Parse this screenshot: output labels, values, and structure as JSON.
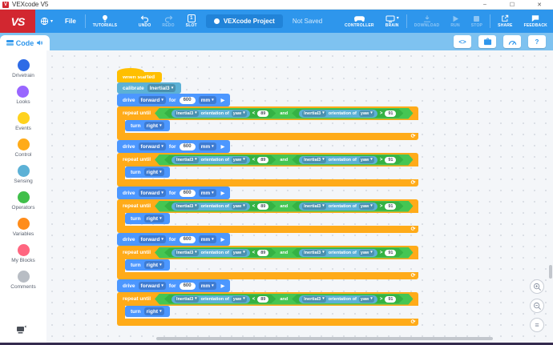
{
  "window": {
    "title": "VEXcode V5"
  },
  "toolbar": {
    "logo": "VS",
    "file_label": "File",
    "tutorials_label": "TUTORIALS",
    "undo_label": "UNDO",
    "redo_label": "REDO",
    "slot_label": "SLOT",
    "slot_number": "1",
    "project_name": "VEXcode Project",
    "save_status": "Not Saved",
    "controller_label": "CONTROLLER",
    "brain_label": "BRAIN",
    "download_label": "DOWNLOAD",
    "run_label": "RUN",
    "stop_label": "STOP",
    "share_label": "SHARE",
    "feedback_label": "FEEDBACK"
  },
  "tabs": {
    "code_label": "Code"
  },
  "sidebar": {
    "items": [
      {
        "label": "Drivetrain",
        "color": "#2e6be6"
      },
      {
        "label": "Looks",
        "color": "#9966ff"
      },
      {
        "label": "Events",
        "color": "#ffd21e"
      },
      {
        "label": "Control",
        "color": "#ffab19"
      },
      {
        "label": "Sensing",
        "color": "#5cb1d6"
      },
      {
        "label": "Operators",
        "color": "#40bf4a"
      },
      {
        "label": "Variables",
        "color": "#ff8c1a"
      },
      {
        "label": "My Blocks",
        "color": "#ff6680"
      },
      {
        "label": "Comments",
        "color": "#b8bdc4"
      }
    ]
  },
  "program": {
    "group_count": 5,
    "hat_label": "when started",
    "calibrate": {
      "label": "calibrate",
      "device": "Inertial3"
    },
    "drive": {
      "verb": "drive",
      "direction": "forward",
      "for_label": "for",
      "distance": "600",
      "unit": "mm"
    },
    "repeat": {
      "label": "repeat until",
      "and_label": "and",
      "left": {
        "sensor": "Inertial3",
        "of_label": "orientation of",
        "axis": "yaw",
        "op": "<",
        "value": "89"
      },
      "right": {
        "sensor": "Inertial3",
        "of_label": "orientation of",
        "axis": "yaw",
        "op": ">",
        "value": "91"
      }
    },
    "turn": {
      "verb": "turn",
      "direction": "right"
    }
  },
  "icons": {
    "caret": "▾",
    "play_arrow": "▶",
    "loop_arrow": "⟳",
    "minimize": "–",
    "maximize": "☐",
    "close": "✕",
    "code": "<>",
    "help": "?",
    "equals": "≡"
  },
  "colors": {
    "toolbar_blue": "#2e96ec",
    "subbar_blue": "#7ec2f0",
    "logo_red": "#d22730",
    "drivetrain_block": "#4c97ff",
    "sensing_block": "#5cb1d6",
    "control_block": "#ffab19",
    "operator_block": "#40bf4a",
    "events_block": "#ffbf00"
  }
}
